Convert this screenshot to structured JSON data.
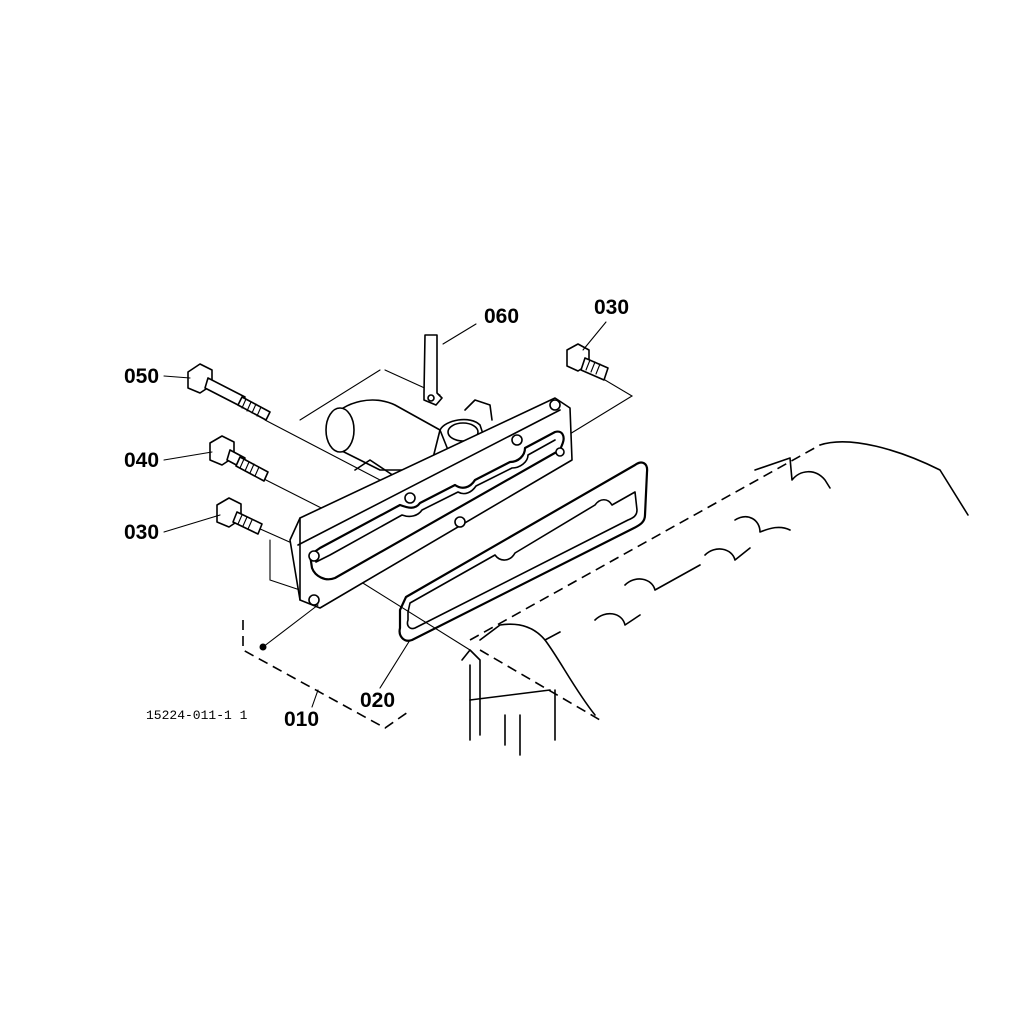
{
  "diagram": {
    "drawing_number": "15224-011-1 1",
    "callouts": {
      "p010": "010",
      "p020": "020",
      "p030_top": "030",
      "p030_left": "030",
      "p040": "040",
      "p050": "050",
      "p060": "060"
    }
  }
}
